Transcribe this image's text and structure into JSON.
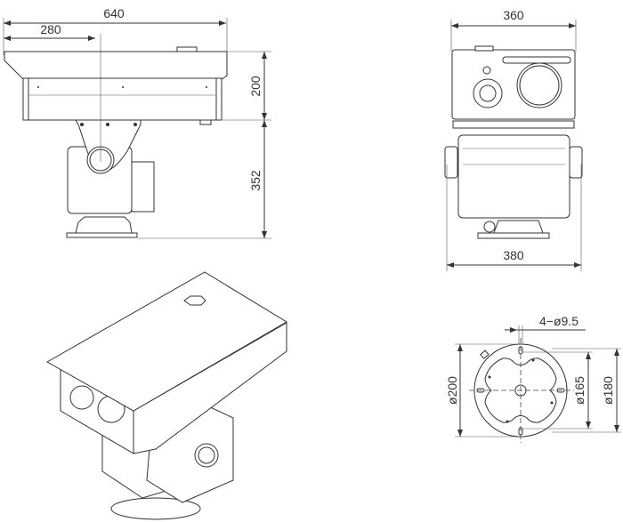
{
  "title": "Camera PTZ dimension drawing",
  "side_view": {
    "overall_width": "640",
    "center_offset": "280",
    "housing_height": "200",
    "mount_height": "352"
  },
  "front_view": {
    "housing_width": "360",
    "total_width": "380"
  },
  "base_view": {
    "holes": "4−ø9.5",
    "outer_diameter": "ø200",
    "bolt_circle": "ø165",
    "inner_diameter": "ø180"
  },
  "colors": {
    "line": "#333333",
    "background": "#ffffff"
  }
}
